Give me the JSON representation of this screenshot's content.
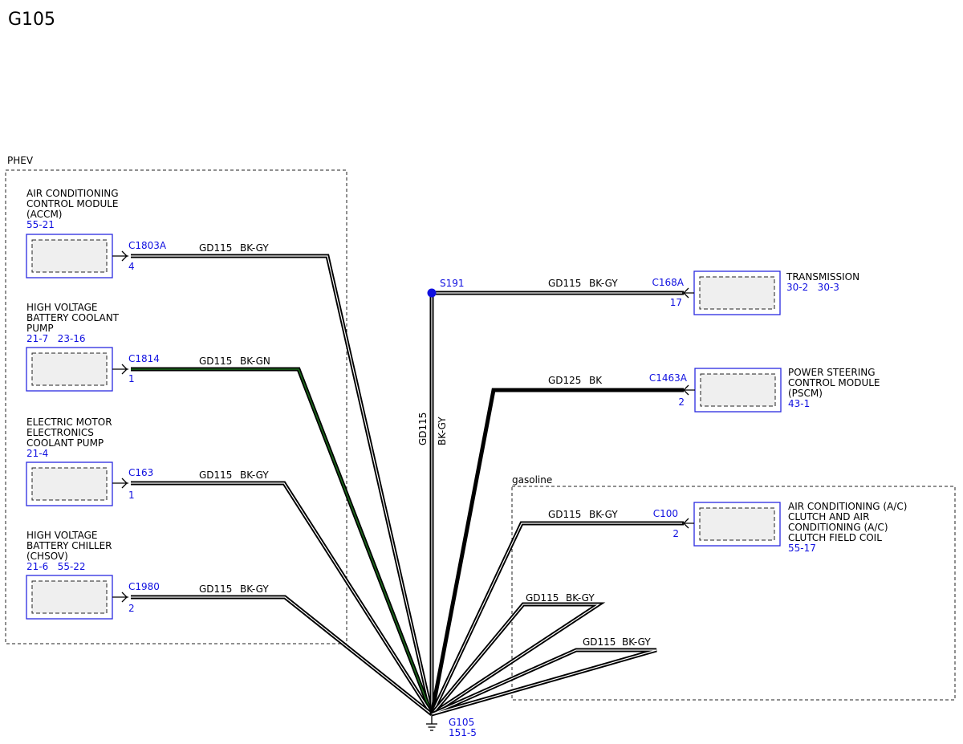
{
  "title": "G105",
  "zones": {
    "phev": "PHEV",
    "gasoline": "gasoline"
  },
  "left_components": [
    {
      "name_lines": [
        "AIR CONDITIONING",
        "CONTROL MODULE",
        "(ACCM)"
      ],
      "refs": "55-21",
      "connector": "C1803A",
      "pin": "4",
      "circuit": "GD115",
      "color": "BK-GY"
    },
    {
      "name_lines": [
        "HIGH VOLTAGE",
        "BATTERY COOLANT",
        "PUMP"
      ],
      "refs": "21-7   23-16",
      "connector": "C1814",
      "pin": "1",
      "circuit": "GD115",
      "color": "BK-GN"
    },
    {
      "name_lines": [
        "ELECTRIC MOTOR",
        "ELECTRONICS",
        "COOLANT PUMP"
      ],
      "refs": "21-4",
      "connector": "C163",
      "pin": "1",
      "circuit": "GD115",
      "color": "BK-GY"
    },
    {
      "name_lines": [
        "HIGH VOLTAGE",
        "BATTERY CHILLER",
        "(CHSOV)"
      ],
      "refs": "21-6   55-22",
      "connector": "C1980",
      "pin": "2",
      "circuit": "GD115",
      "color": "BK-GY"
    }
  ],
  "right_components": [
    {
      "name_lines": [
        "TRANSMISSION"
      ],
      "refs": "30-2   30-3",
      "connector": "C168A",
      "pin": "17",
      "circuit": "GD115",
      "color": "BK-GY"
    },
    {
      "name_lines": [
        "POWER STEERING",
        "CONTROL MODULE",
        "(PSCM)"
      ],
      "refs": "43-1",
      "connector": "C1463A",
      "pin": "2",
      "circuit": "GD125",
      "color": "BK"
    },
    {
      "name_lines": [
        "AIR CONDITIONING (A/C)",
        "CLUTCH AND AIR",
        "CONDITIONING (A/C)",
        "CLUTCH FIELD COIL"
      ],
      "refs": "55-17",
      "connector": "C100",
      "pin": "2",
      "circuit": "GD115",
      "color": "BK-GY"
    }
  ],
  "splice": {
    "label": "S191",
    "vertical_circuit": "GD115",
    "vertical_color": "BK-GY"
  },
  "open_wires": [
    {
      "circuit": "GD115",
      "color": "BK-GY"
    },
    {
      "circuit": "GD115",
      "color": "BK-GY"
    }
  ],
  "ground": {
    "label": "G105",
    "ref": "151-5"
  },
  "colors": {
    "blue_text": "#1010e0",
    "component_border": "#2a2ae0",
    "splice_dot": "#1010e0",
    "green_tracer": "#1c6b1c"
  }
}
